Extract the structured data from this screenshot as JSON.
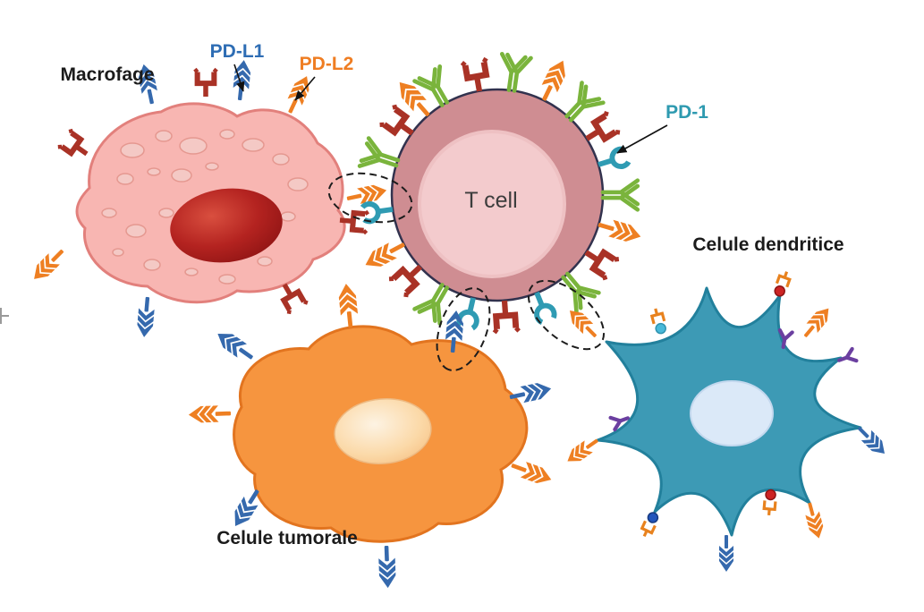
{
  "diagram": {
    "labels": {
      "macrophage": "Macrofage",
      "pd_l1": "PD-L1",
      "pd_l2": "PD-L2",
      "pd_1": "PD-1",
      "t_cell": "T cell",
      "dendritic_cell": "Celule dendritice",
      "tumor_cell": "Celule tumorale"
    },
    "colors": {
      "background": "#ffffff",
      "pd_l1_blue": "#3569ad",
      "pd_l2_orange": "#ee7f22",
      "pd_1_teal": "#2f9bb3",
      "antibody_green": "#7ab43c",
      "receptor_dark_red": "#a93226",
      "receptor_purple": "#6b3fa0",
      "macrophage_body": "#f8b6b2",
      "macrophage_outline": "#e2807c",
      "macrophage_nucleus": "#b02318",
      "t_cell_body": "#cf8d92",
      "t_cell_nucleus": "#f3cbcd",
      "tumor_body": "#f6953f",
      "tumor_outline": "#e2741f",
      "dendritic_body": "#3d9ab5",
      "dendritic_outline": "#22809c",
      "label_text": "#1b1b1b"
    },
    "icons": {
      "pd_l1_ligand": "blue chevron-arrow membrane ligand",
      "pd_l2_ligand": "orange chevron-arrow membrane ligand",
      "pd_1_receptor": "teal stalk with open C-shaped cup",
      "antibody": "green double-lined Y antibody",
      "red_receptor": "dark red squared fork receptor",
      "purple_receptor": "purple Y receptor",
      "bracket_dot": "orange bracket holding colored sphere"
    },
    "interactions": [
      "macrophage PD-L2 with T cell PD-1 (dashed ellipse)",
      "tumor cell ligand with T cell PD-1 (dashed ellipse)",
      "dendritic cell ligand with T cell PD-1 (dashed ellipse)"
    ]
  }
}
